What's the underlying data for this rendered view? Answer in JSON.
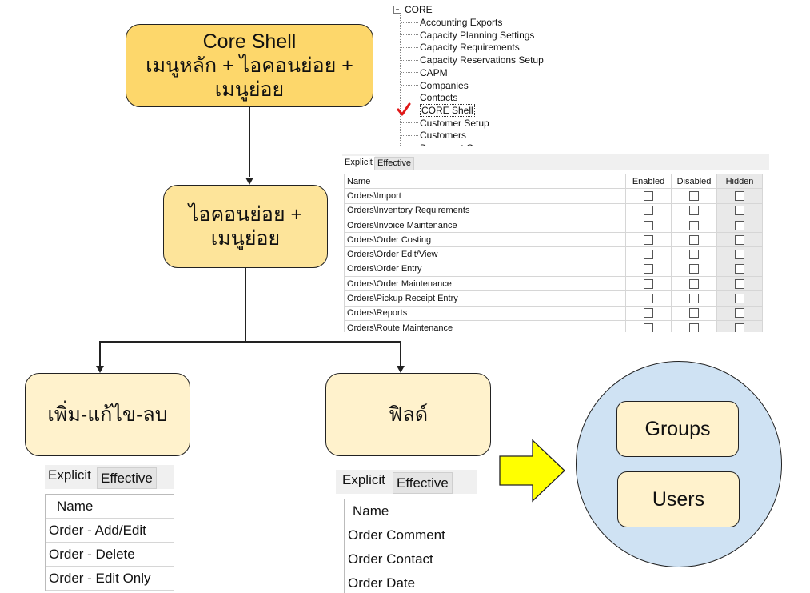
{
  "boxes": {
    "core_shell": {
      "line1": "Core Shell",
      "line2": "เมนูหลัก + ไอคอนย่อย +",
      "line3": "เมนูย่อย",
      "fill": "#fdd76b"
    },
    "icons_menus": {
      "line1": "ไอคอนย่อย +",
      "line2": "เมนูย่อย",
      "fill": "#fde49a"
    },
    "add_edit_delete": {
      "line1": "เพิ่ม-แก้ไข-ลบ",
      "fill": "#fff2cc"
    },
    "fields": {
      "line1": "ฟิลด์",
      "fill": "#fff2cc"
    },
    "groups": "Groups",
    "users": "Users",
    "circle_fill": "#cfe2f3",
    "arrow_fill": "#ffff00"
  },
  "tree": {
    "root": "CORE",
    "items": [
      "Accounting Exports",
      "Capacity Planning Settings",
      "Capacity Requirements",
      "Capacity Reservations Setup",
      "CAPM",
      "Companies",
      "Contacts",
      "CORE Shell",
      "Customer Setup",
      "Customers",
      "Document Groups"
    ],
    "selected_index": 7
  },
  "grid": {
    "tabs": [
      "Explicit",
      "Effective"
    ],
    "columns": [
      "Name",
      "Enabled",
      "Disabled",
      "Hidden"
    ],
    "rows": [
      "Orders\\Import",
      "Orders\\Inventory Requirements",
      "Orders\\Invoice Maintenance",
      "Orders\\Order Costing",
      "Orders\\Order Edit/View",
      "Orders\\Order Entry",
      "Orders\\Order Maintenance",
      "Orders\\Pickup Receipt Entry",
      "Orders\\Reports",
      "Orders\\Route Maintenance"
    ]
  },
  "left_table": {
    "tabs": [
      "Explicit",
      "Effective"
    ],
    "header": "Name",
    "rows": [
      "Order - Add/Edit",
      "Order - Delete",
      "Order - Edit Only"
    ]
  },
  "right_table": {
    "tabs": [
      "Explicit",
      "Effective"
    ],
    "header": "Name",
    "rows": [
      "Order Comment",
      "Order Contact",
      "Order Date"
    ]
  }
}
